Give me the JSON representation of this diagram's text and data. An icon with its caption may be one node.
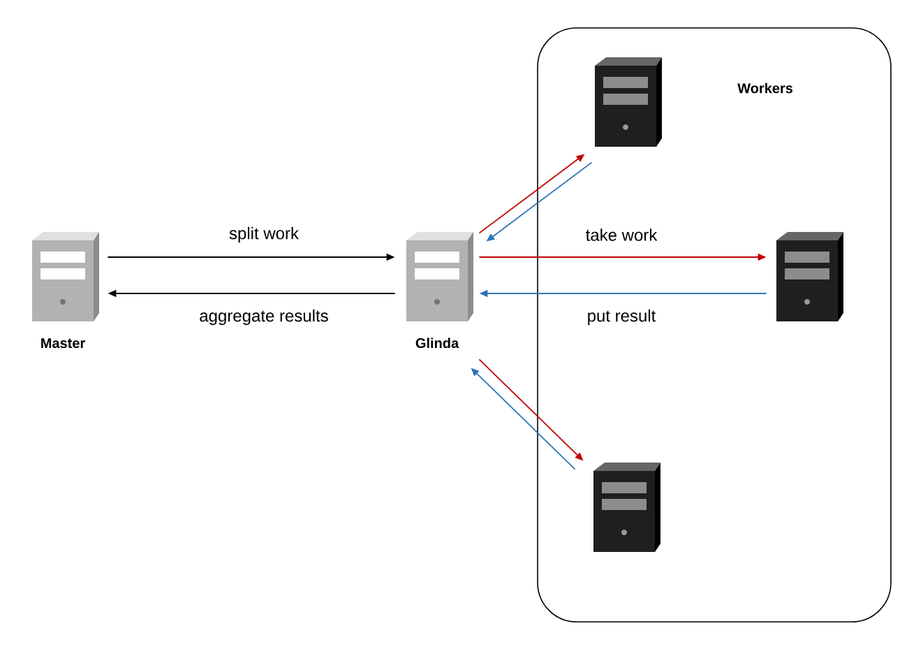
{
  "diagram": {
    "nodes": [
      {
        "text": [
          "Master"
        ]
      },
      {
        "text": [
          "Glinda"
        ]
      },
      {
        "text": [
          "Workers"
        ]
      },
      {
        "text": [],
        "shape": "picture",
        "in": 2
      },
      {
        "text": [],
        "shape": "picture",
        "in": 2
      },
      {
        "text": [],
        "shape": "picture",
        "in": 2
      }
    ],
    "edges": [
      {
        "from": 0,
        "to": 1,
        "arrow": "to",
        "label": "split work",
        "color": "#000000"
      },
      {
        "from": 1,
        "to": 0,
        "arrow": "to",
        "label": "aggregate results",
        "color": "#000000"
      },
      {
        "from": 1,
        "to": 3,
        "arrow": "to",
        "color": "#c00000"
      },
      {
        "from": 3,
        "to": 1,
        "arrow": "to",
        "color": "#2e75b6"
      },
      {
        "from": 1,
        "to": 4,
        "arrow": "to",
        "label": "take work",
        "color": "#c00000"
      },
      {
        "from": 4,
        "to": 1,
        "arrow": "to",
        "label": "put result",
        "color": "#2e75b6"
      },
      {
        "from": 1,
        "to": 5,
        "arrow": "to",
        "color": "#c00000"
      },
      {
        "from": 5,
        "to": 1,
        "arrow": "to",
        "color": "#2e75b6"
      }
    ]
  }
}
